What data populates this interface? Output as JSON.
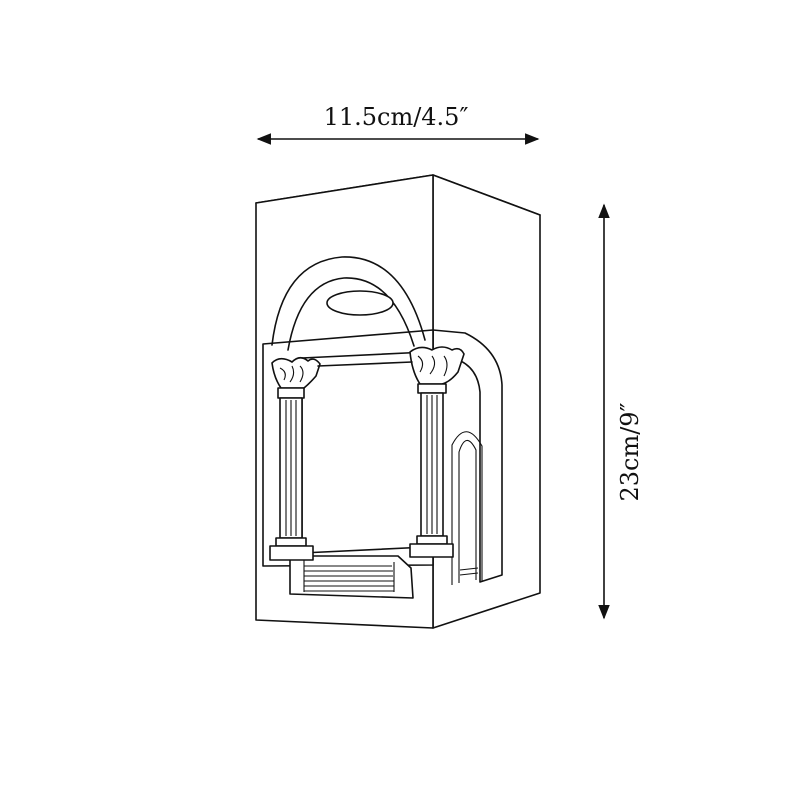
{
  "dimensions": {
    "width_label": "11.5cm/4.5″",
    "height_label": "23cm/9″"
  },
  "illustration": {
    "subject": "wall-lamp-roman-arch-outline",
    "line_color": "#111111",
    "background_color": "#ffffff"
  }
}
